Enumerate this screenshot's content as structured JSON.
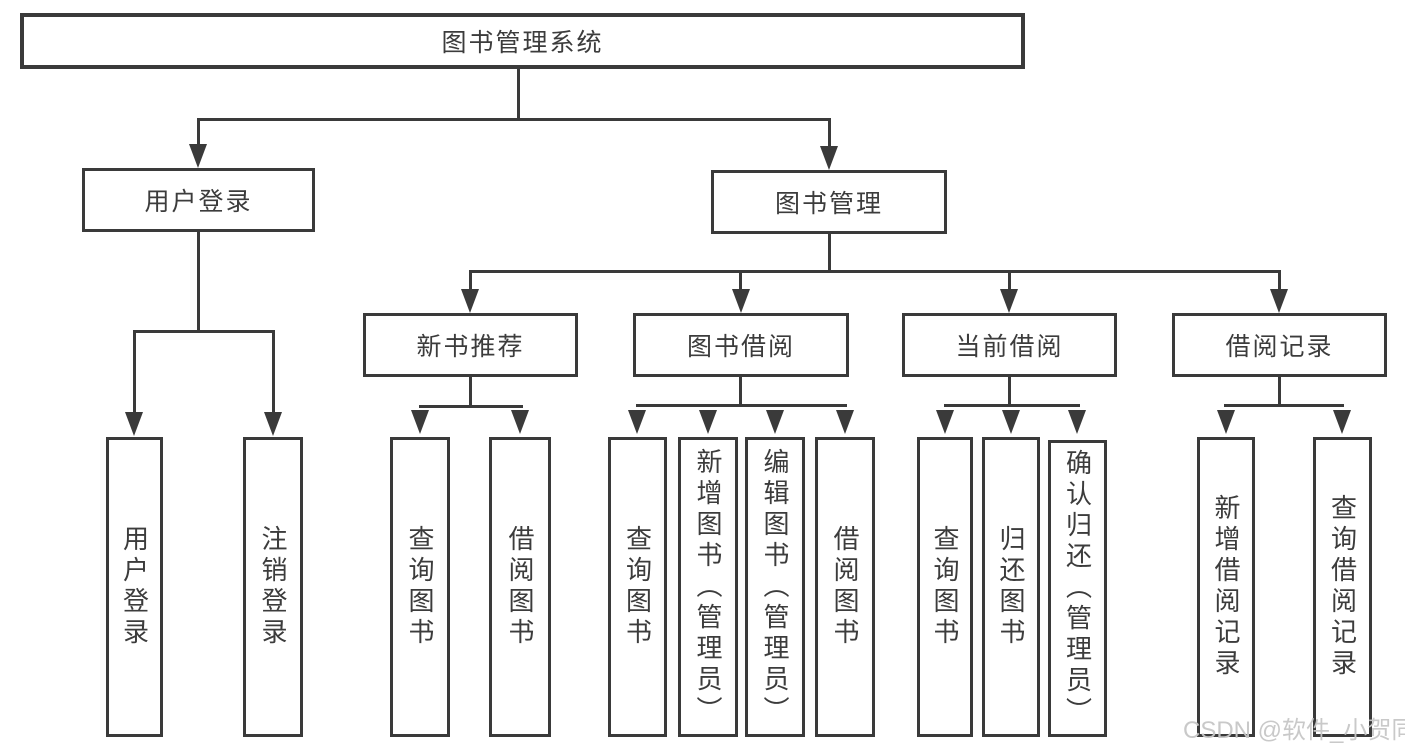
{
  "tree": {
    "label": "图书管理系统",
    "children": [
      {
        "label": "用户登录",
        "children": [
          {
            "label": "用户登录"
          },
          {
            "label": "注销登录"
          }
        ]
      },
      {
        "label": "图书管理",
        "children": [
          {
            "label": "新书推荐",
            "children": [
              {
                "label": "查询图书"
              },
              {
                "label": "借阅图书"
              }
            ]
          },
          {
            "label": "图书借阅",
            "children": [
              {
                "label": "查询图书"
              },
              {
                "label": "新增图书（管理员）"
              },
              {
                "label": "编辑图书（管理员）"
              },
              {
                "label": "借阅图书"
              }
            ]
          },
          {
            "label": "当前借阅",
            "children": [
              {
                "label": "查询图书"
              },
              {
                "label": "归还图书"
              },
              {
                "label": "确认归还（管理员）"
              }
            ]
          },
          {
            "label": "借阅记录",
            "children": [
              {
                "label": "新增借阅记录"
              },
              {
                "label": "查询借阅记录"
              }
            ]
          }
        ]
      }
    ]
  },
  "watermark": "CSDN @软件_小贺同学",
  "colors": {
    "line": "#3a3a3a",
    "text": "#3c3c3c",
    "background": "#ffffff",
    "watermark": "#c6c6c6"
  }
}
